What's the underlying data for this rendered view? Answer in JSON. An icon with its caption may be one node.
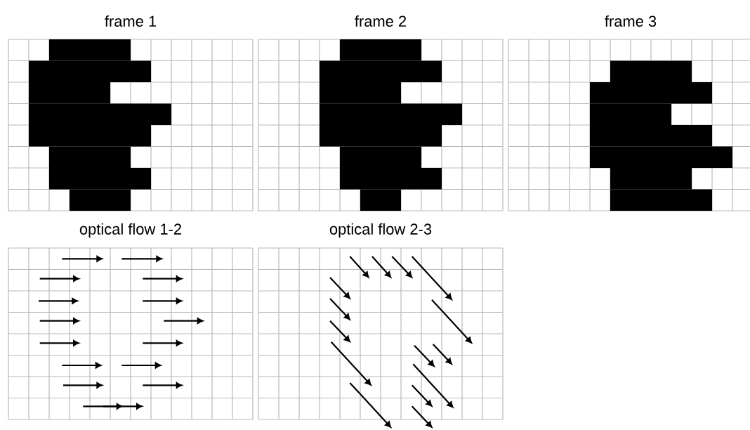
{
  "diagram": {
    "labels": [
      "frame 1",
      "frame 2",
      "frame 3",
      "optical flow 1-2",
      "optical flow 2-3"
    ]
  }
}
